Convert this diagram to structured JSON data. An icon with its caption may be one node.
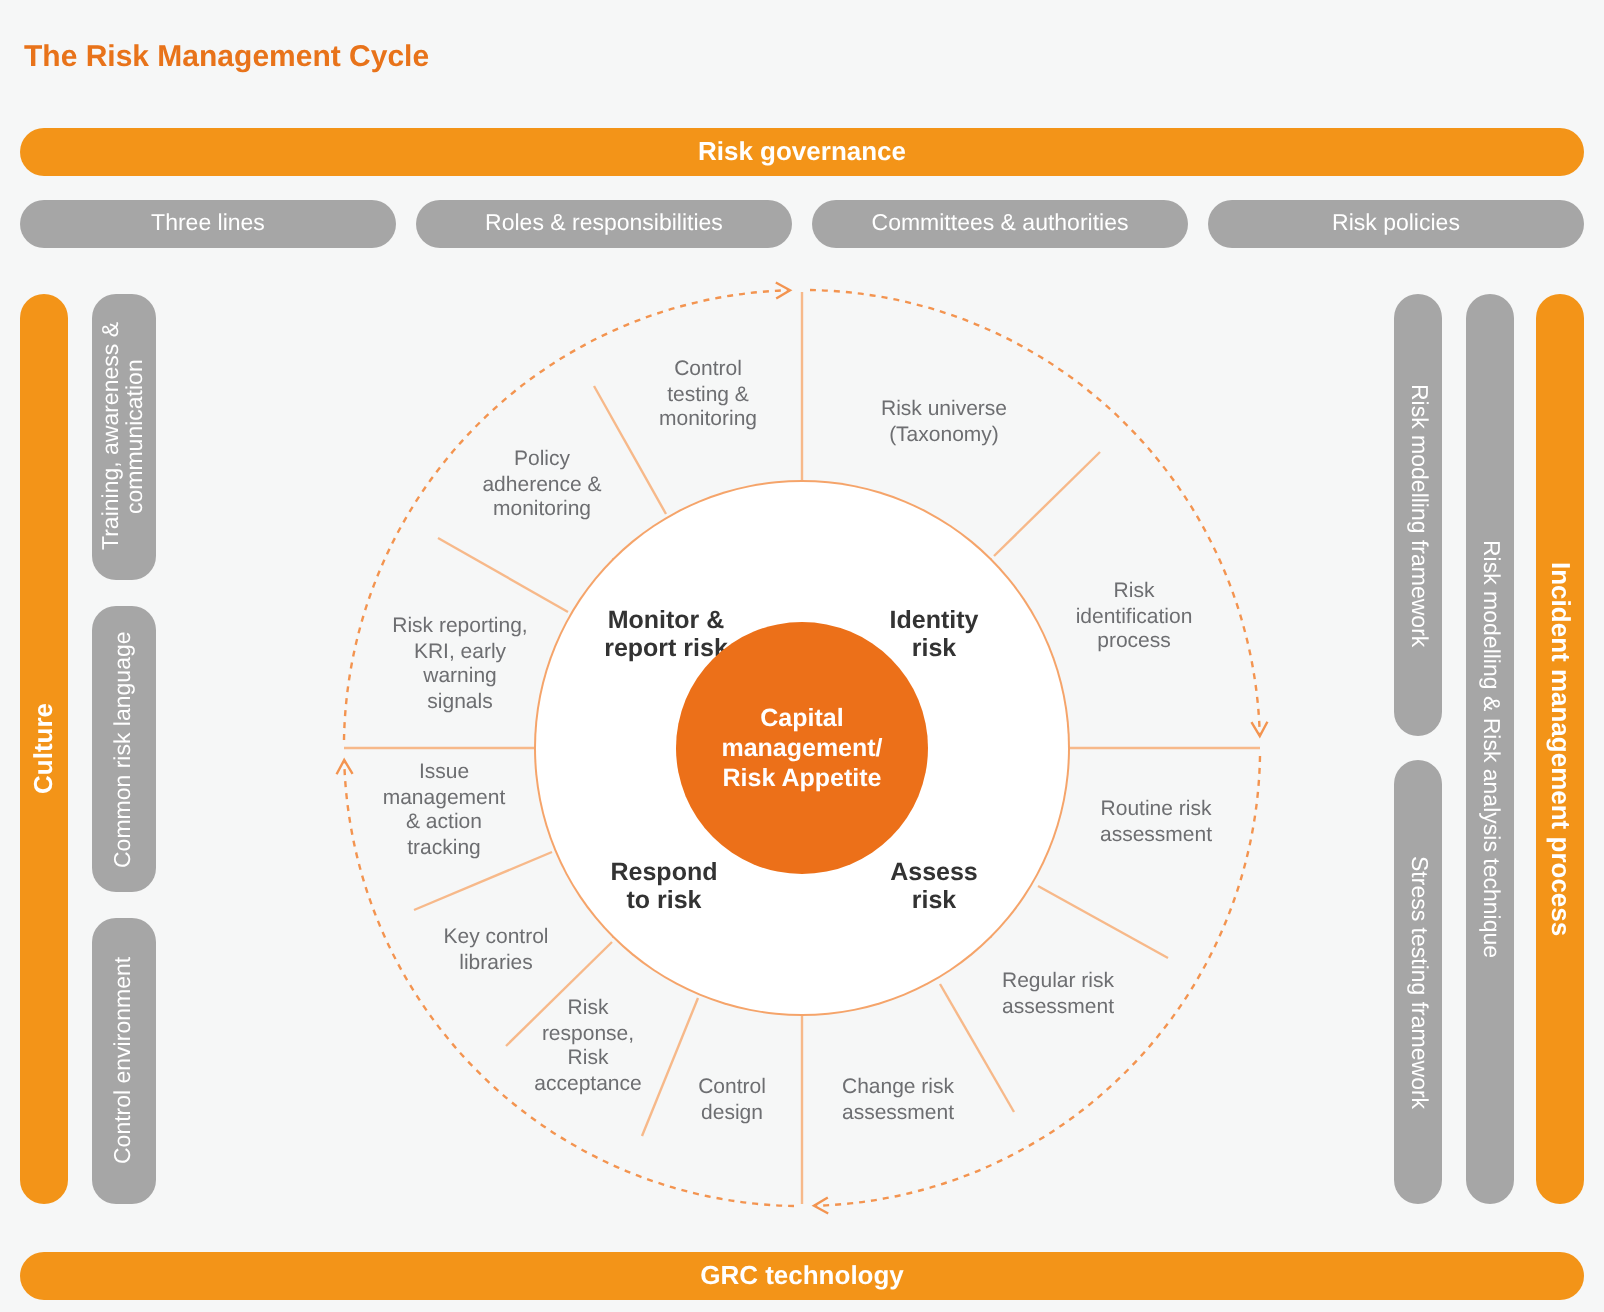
{
  "diagram": {
    "title": "The Risk Management Cycle",
    "nodes": [
      {
        "text": [
          "Risk governance"
        ]
      },
      {
        "text": [
          "Three lines"
        ]
      },
      {
        "text": [
          "Roles & responsibilities"
        ]
      },
      {
        "text": [
          "Committees & authorities"
        ]
      },
      {
        "text": [
          "Risk policies"
        ]
      },
      {
        "text": [
          "Culture"
        ]
      },
      {
        "text": [
          "Training, awareness & communication"
        ]
      },
      {
        "text": [
          "Common risk language"
        ]
      },
      {
        "text": [
          "Control environment"
        ]
      },
      {
        "text": [
          "Risk modelling framework"
        ]
      },
      {
        "text": [
          "Stress testing framework"
        ]
      },
      {
        "text": [
          "Risk modelling & Risk analysis technique"
        ]
      },
      {
        "text": [
          "Incident management process"
        ]
      },
      {
        "text": [
          "Monitor & report risk"
        ]
      },
      {
        "text": [
          "Identity risk"
        ]
      },
      {
        "text": [
          "Respond to risk"
        ]
      },
      {
        "text": [
          "Assess risk"
        ]
      },
      {
        "text": [
          "Capital management/ Risk Appetite"
        ]
      },
      {
        "text": [
          "GRC technology"
        ]
      }
    ],
    "labels": [
      "Control testing & monitoring",
      "Risk universe (Taxonomy)",
      "Policy adherence & monitoring",
      "Risk identification process",
      "Risk reporting, KRI, early warning signals",
      "Issue management & action tracking",
      "Routine risk assessment",
      "Key control libraries",
      "Regular risk assessment",
      "Risk response, Risk acceptance",
      "Control design",
      "Change risk assessment"
    ]
  }
}
